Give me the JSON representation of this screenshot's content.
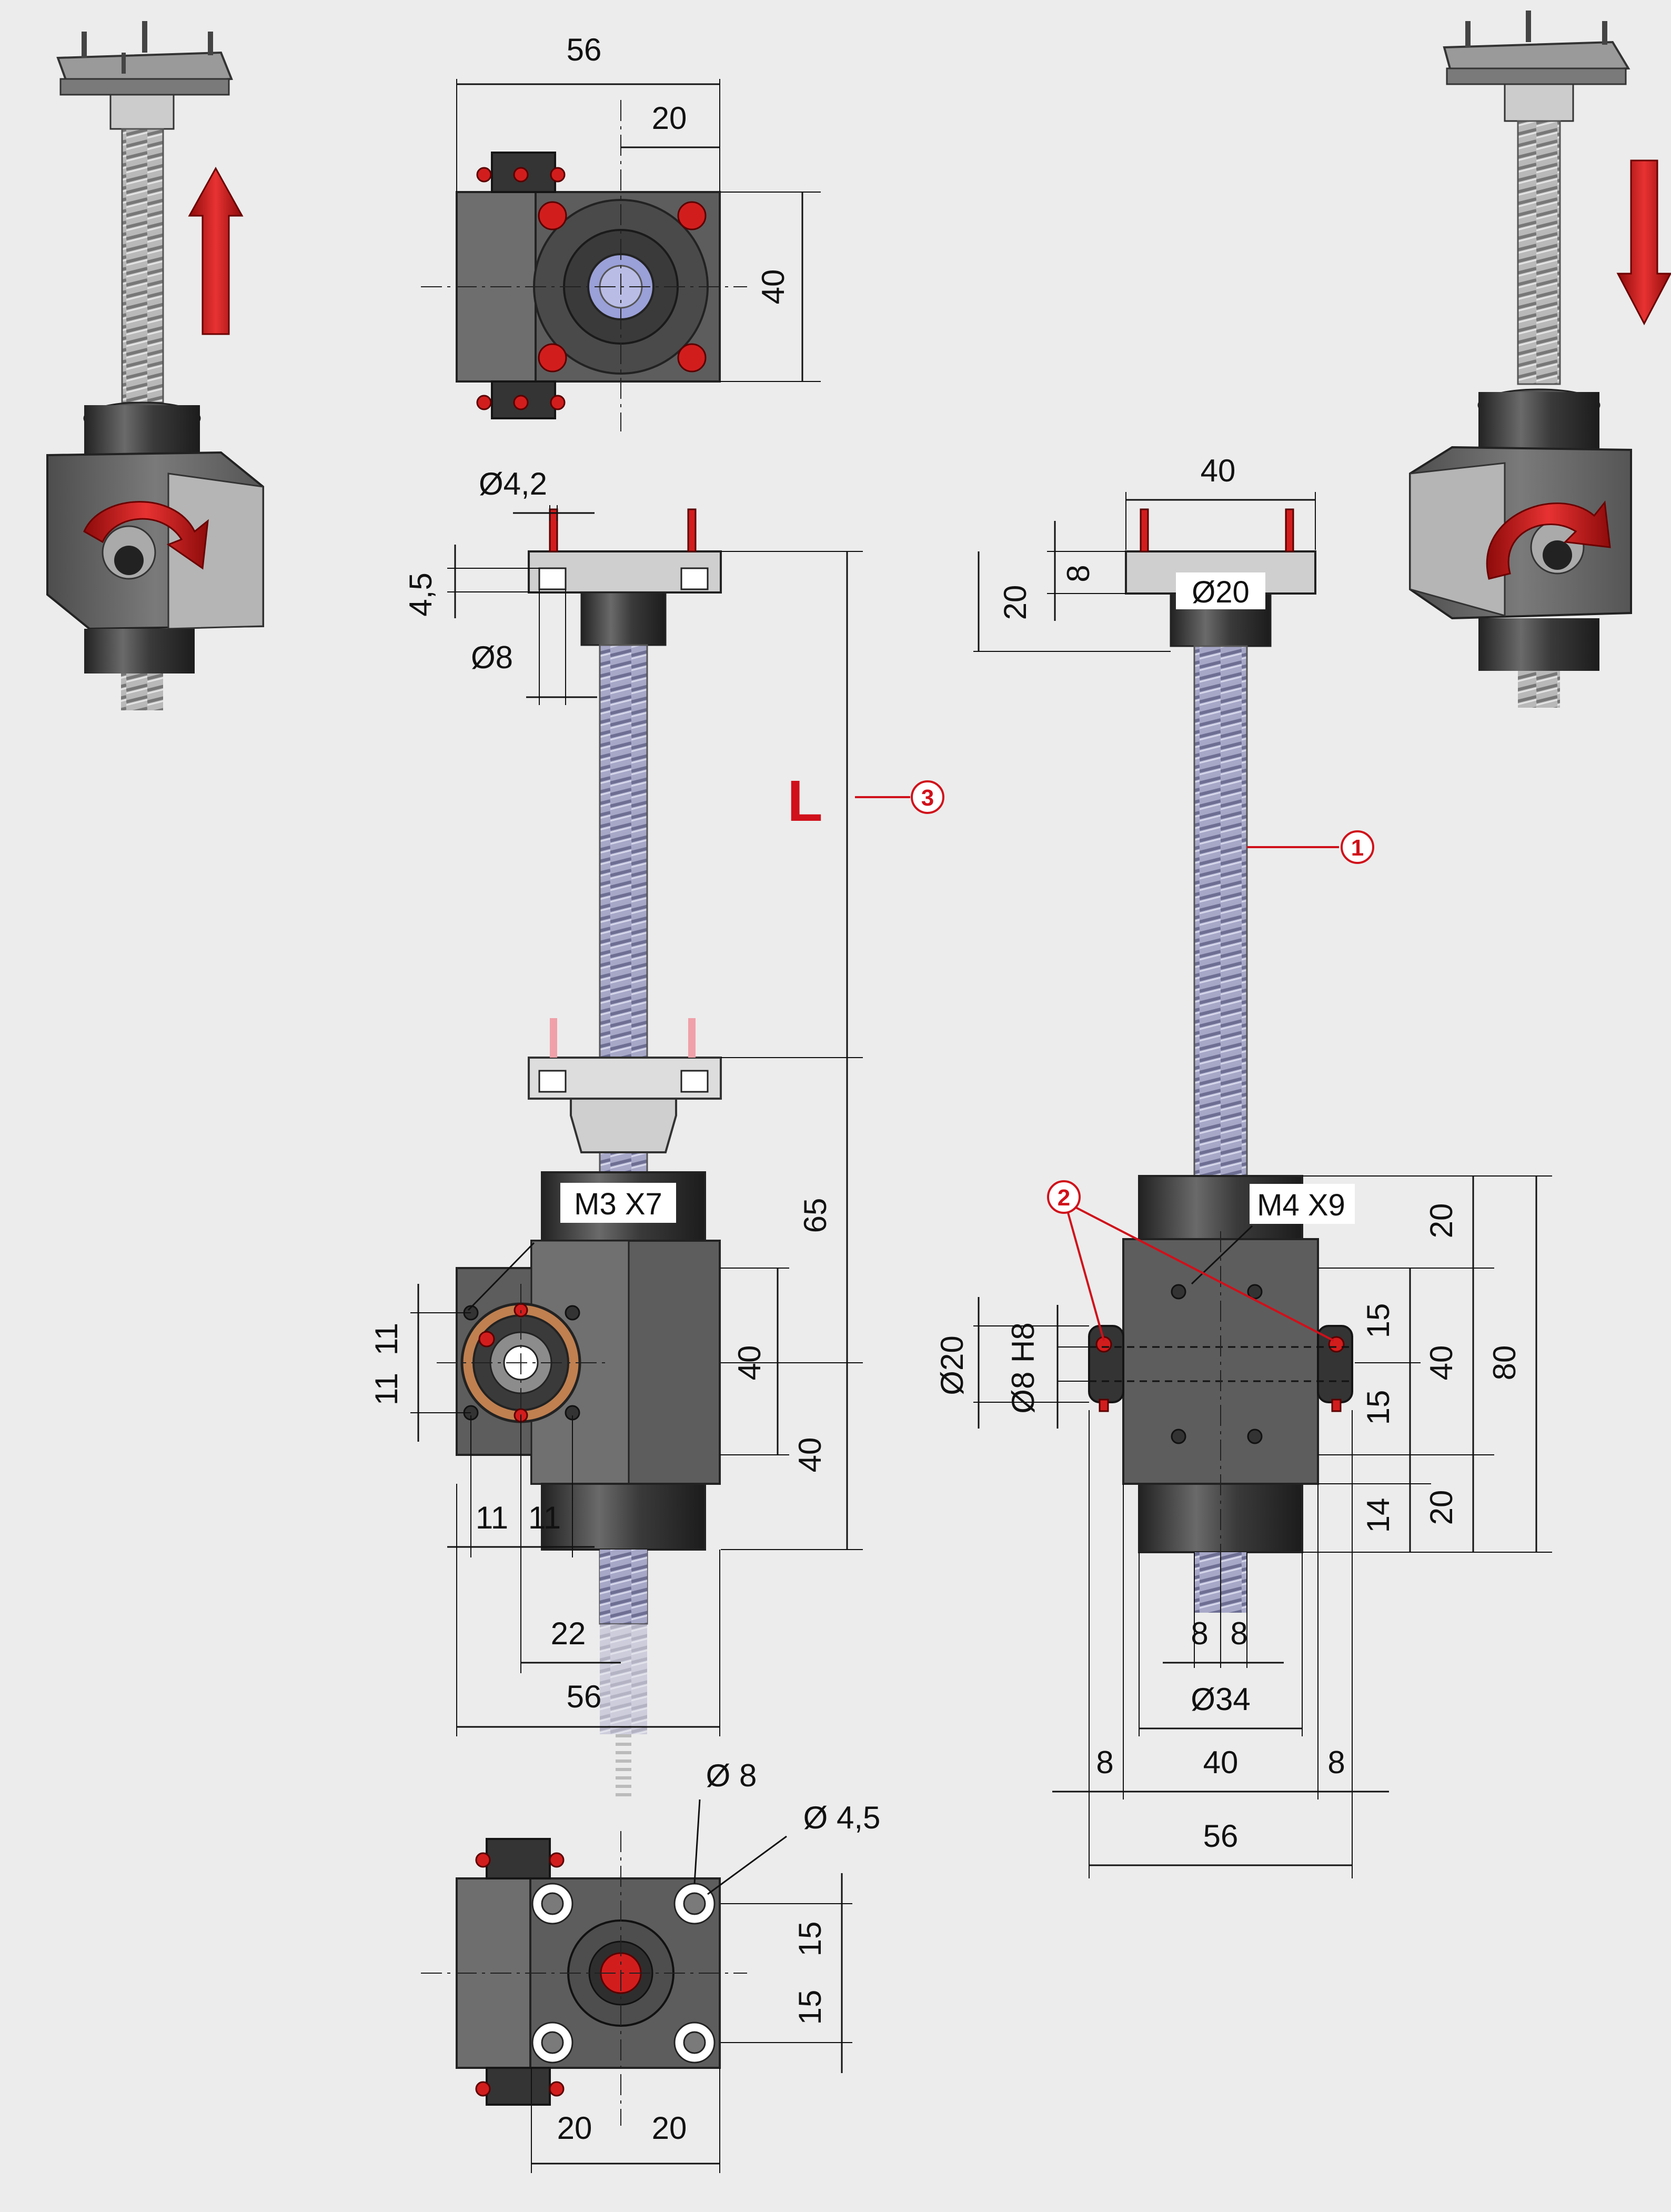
{
  "dimensions": {
    "top_view": {
      "width": "56",
      "offset": "20",
      "height": "40"
    },
    "front_view": {
      "screw_hole": "Ø4,2",
      "flange_thickness": "4,5",
      "spigot_dia": "Ø8",
      "length_label": "L",
      "thread_label": "M3 X7",
      "hole_v1": "11",
      "hole_v2": "11",
      "height_65": "65",
      "height_40a": "40",
      "height_40b": "40",
      "hole_h1": "11",
      "hole_h2": "11",
      "width_22": "22",
      "width_56": "56"
    },
    "side_view": {
      "flange_width": "40",
      "flange_t8": "8",
      "flange_t20": "20",
      "flange_dia": "Ø20",
      "thread_label": "M4 X9",
      "shaft_dia": "Ø20",
      "bore": "Ø8 H8",
      "v15a": "15",
      "v15b": "15",
      "v20a": "20",
      "v40": "40",
      "v80": "80",
      "v20b": "20",
      "v14": "14",
      "h8a": "8",
      "h8b": "8",
      "dia34": "Ø34",
      "w8left": "8",
      "w40": "40",
      "w8right": "8",
      "w56": "56"
    },
    "bottom_view": {
      "dia8": "Ø 8",
      "dia45": "Ø 4,5",
      "v15a": "15",
      "v15b": "15",
      "w20a": "20",
      "w20b": "20"
    }
  },
  "balloons": [
    "1",
    "2",
    "3"
  ],
  "icons": [
    "up-arrow-icon",
    "down-arrow-icon",
    "rotate-cw-icon",
    "rotate-ccw-icon"
  ],
  "colors": {
    "accent_red": "#d0101a",
    "body": "#5d5d5d",
    "screw": "#a7a8c8",
    "background": "#ececec"
  }
}
